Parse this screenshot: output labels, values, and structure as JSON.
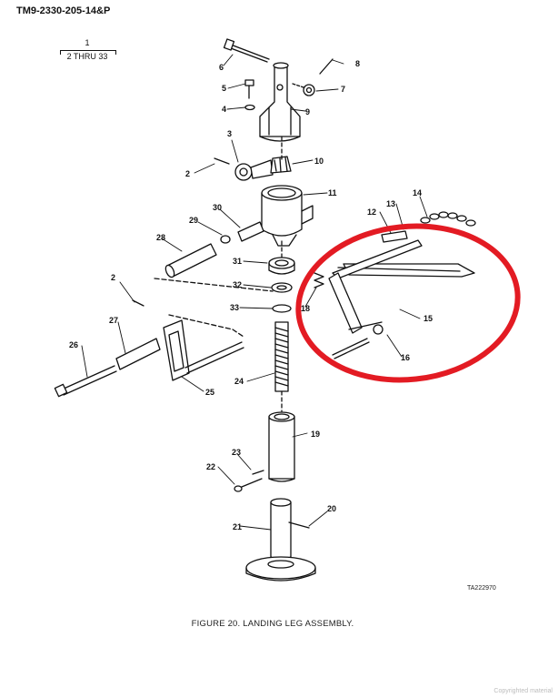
{
  "document": {
    "id": "TM9-2330-205-14&P"
  },
  "group_ref": {
    "item": "1",
    "range": "2 THRU 33"
  },
  "callouts": [
    "2",
    "3",
    "4",
    "5",
    "6",
    "7",
    "8",
    "9",
    "10",
    "11",
    "12",
    "13",
    "14",
    "15",
    "16",
    "18",
    "19",
    "20",
    "21",
    "22",
    "23",
    "24",
    "25",
    "26",
    "27",
    "28",
    "29",
    "30",
    "31",
    "32",
    "33"
  ],
  "callout_second_2": "2",
  "figure": {
    "id": "TA222970",
    "caption": "FIGURE 20. LANDING LEG ASSEMBLY."
  },
  "watermark": "Copyrighted material",
  "highlight": {
    "shape": "ellipse",
    "color": "#e31b23"
  }
}
